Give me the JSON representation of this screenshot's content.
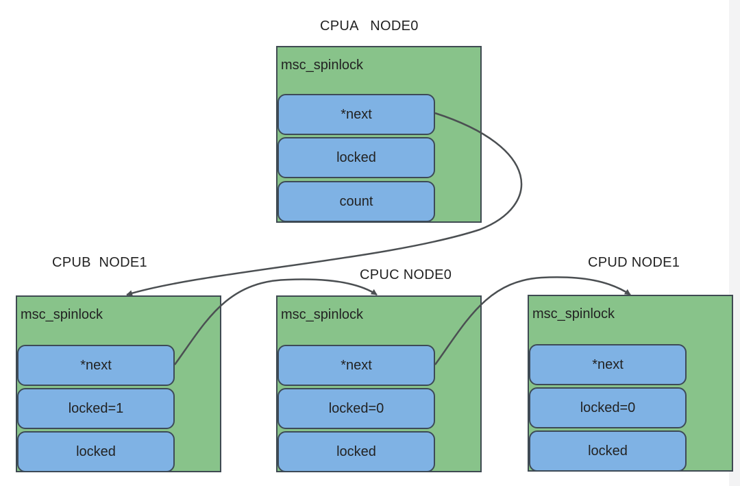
{
  "nodes": [
    {
      "id": "cpua",
      "title": "CPUA   NODE0",
      "label": "msc_spinlock",
      "fields": [
        "*next",
        "locked",
        "count"
      ]
    },
    {
      "id": "cpub",
      "title": "CPUB  NODE1",
      "label": "msc_spinlock",
      "fields": [
        "*next",
        "locked=1",
        "locked"
      ]
    },
    {
      "id": "cpuc",
      "title": "CPUC NODE0",
      "label": "msc_spinlock",
      "fields": [
        "*next",
        "locked=0",
        "locked"
      ]
    },
    {
      "id": "cpud",
      "title": "CPUD NODE1",
      "label": "msc_spinlock",
      "fields": [
        "*next",
        "locked=0",
        "locked"
      ]
    }
  ],
  "edges": [
    {
      "from": "cpua",
      "to": "cpub"
    },
    {
      "from": "cpub",
      "to": "cpuc"
    },
    {
      "from": "cpuc",
      "to": "cpud"
    }
  ],
  "colors": {
    "node_fill": "#88c38a",
    "field_fill": "#7fb2e4",
    "border": "#3d4a57",
    "arrow": "#4b4f52"
  }
}
